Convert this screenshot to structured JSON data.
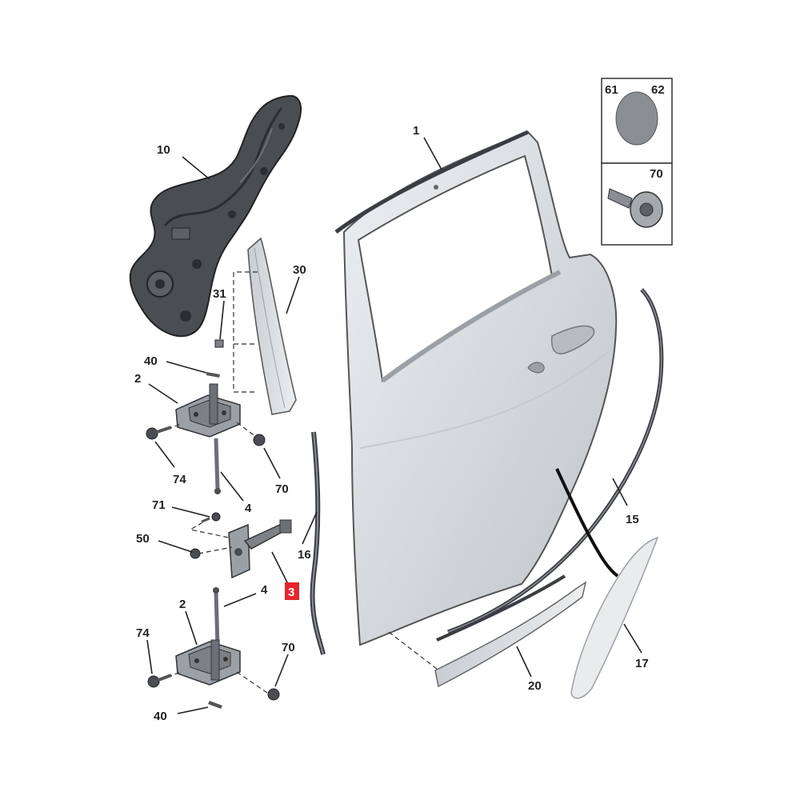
{
  "callouts": {
    "c1": "1",
    "c10": "10",
    "c30": "30",
    "c31": "31",
    "c40a": "40",
    "c2a": "2",
    "c74a": "74",
    "c70a": "70",
    "c4a": "4",
    "c71": "71",
    "c50": "50",
    "c3": "3",
    "c16": "16",
    "c4b": "4",
    "c2b": "2",
    "c74b": "74",
    "c70b": "70",
    "c40b": "40",
    "c15": "15",
    "c17": "17",
    "c20": "20",
    "c61": "61",
    "c62": "62",
    "c70c": "70"
  },
  "colors": {
    "highlight": "#e3262b",
    "door_panel": "#d9dde1",
    "dark_part": "#4a4d52"
  }
}
